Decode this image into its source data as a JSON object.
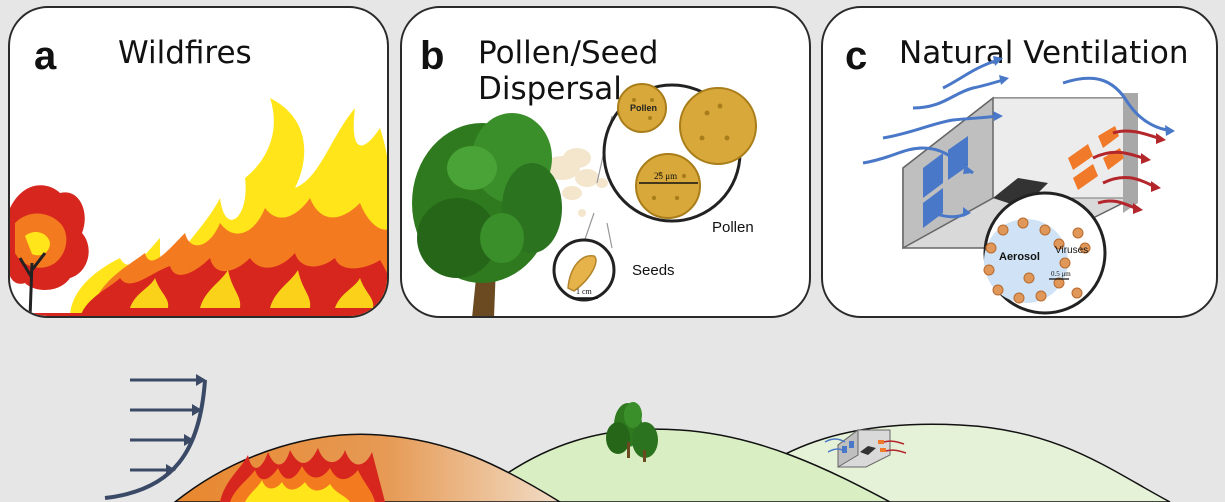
{
  "panels": [
    {
      "letter": "a",
      "title": "Wildfires"
    },
    {
      "letter": "b",
      "title": "Pollen/Seed Dispersal"
    },
    {
      "letter": "c",
      "title": "Natural Ventilation"
    }
  ],
  "panel_b": {
    "pollen_grain_label": "Pollen",
    "scale_pollen": "25 μm",
    "pollen_label": "Pollen",
    "scale_seed": "1 cm",
    "seeds_label": "Seeds"
  },
  "panel_c": {
    "aerosol_label": "Aerosol",
    "viruses_label": "Viruses",
    "scale_virus": "0.5 μm"
  },
  "colors": {
    "background": "#e6e6e6",
    "flame_red": "#d7261e",
    "flame_orange": "#f47a1f",
    "flame_yellow": "#ffe51a",
    "tree_green": "#2f7a1f",
    "air_blue": "#4a78c8",
    "air_red": "#b3262b",
    "hill_green": "#dff0cf",
    "wind_profile": "#3a4a66"
  }
}
